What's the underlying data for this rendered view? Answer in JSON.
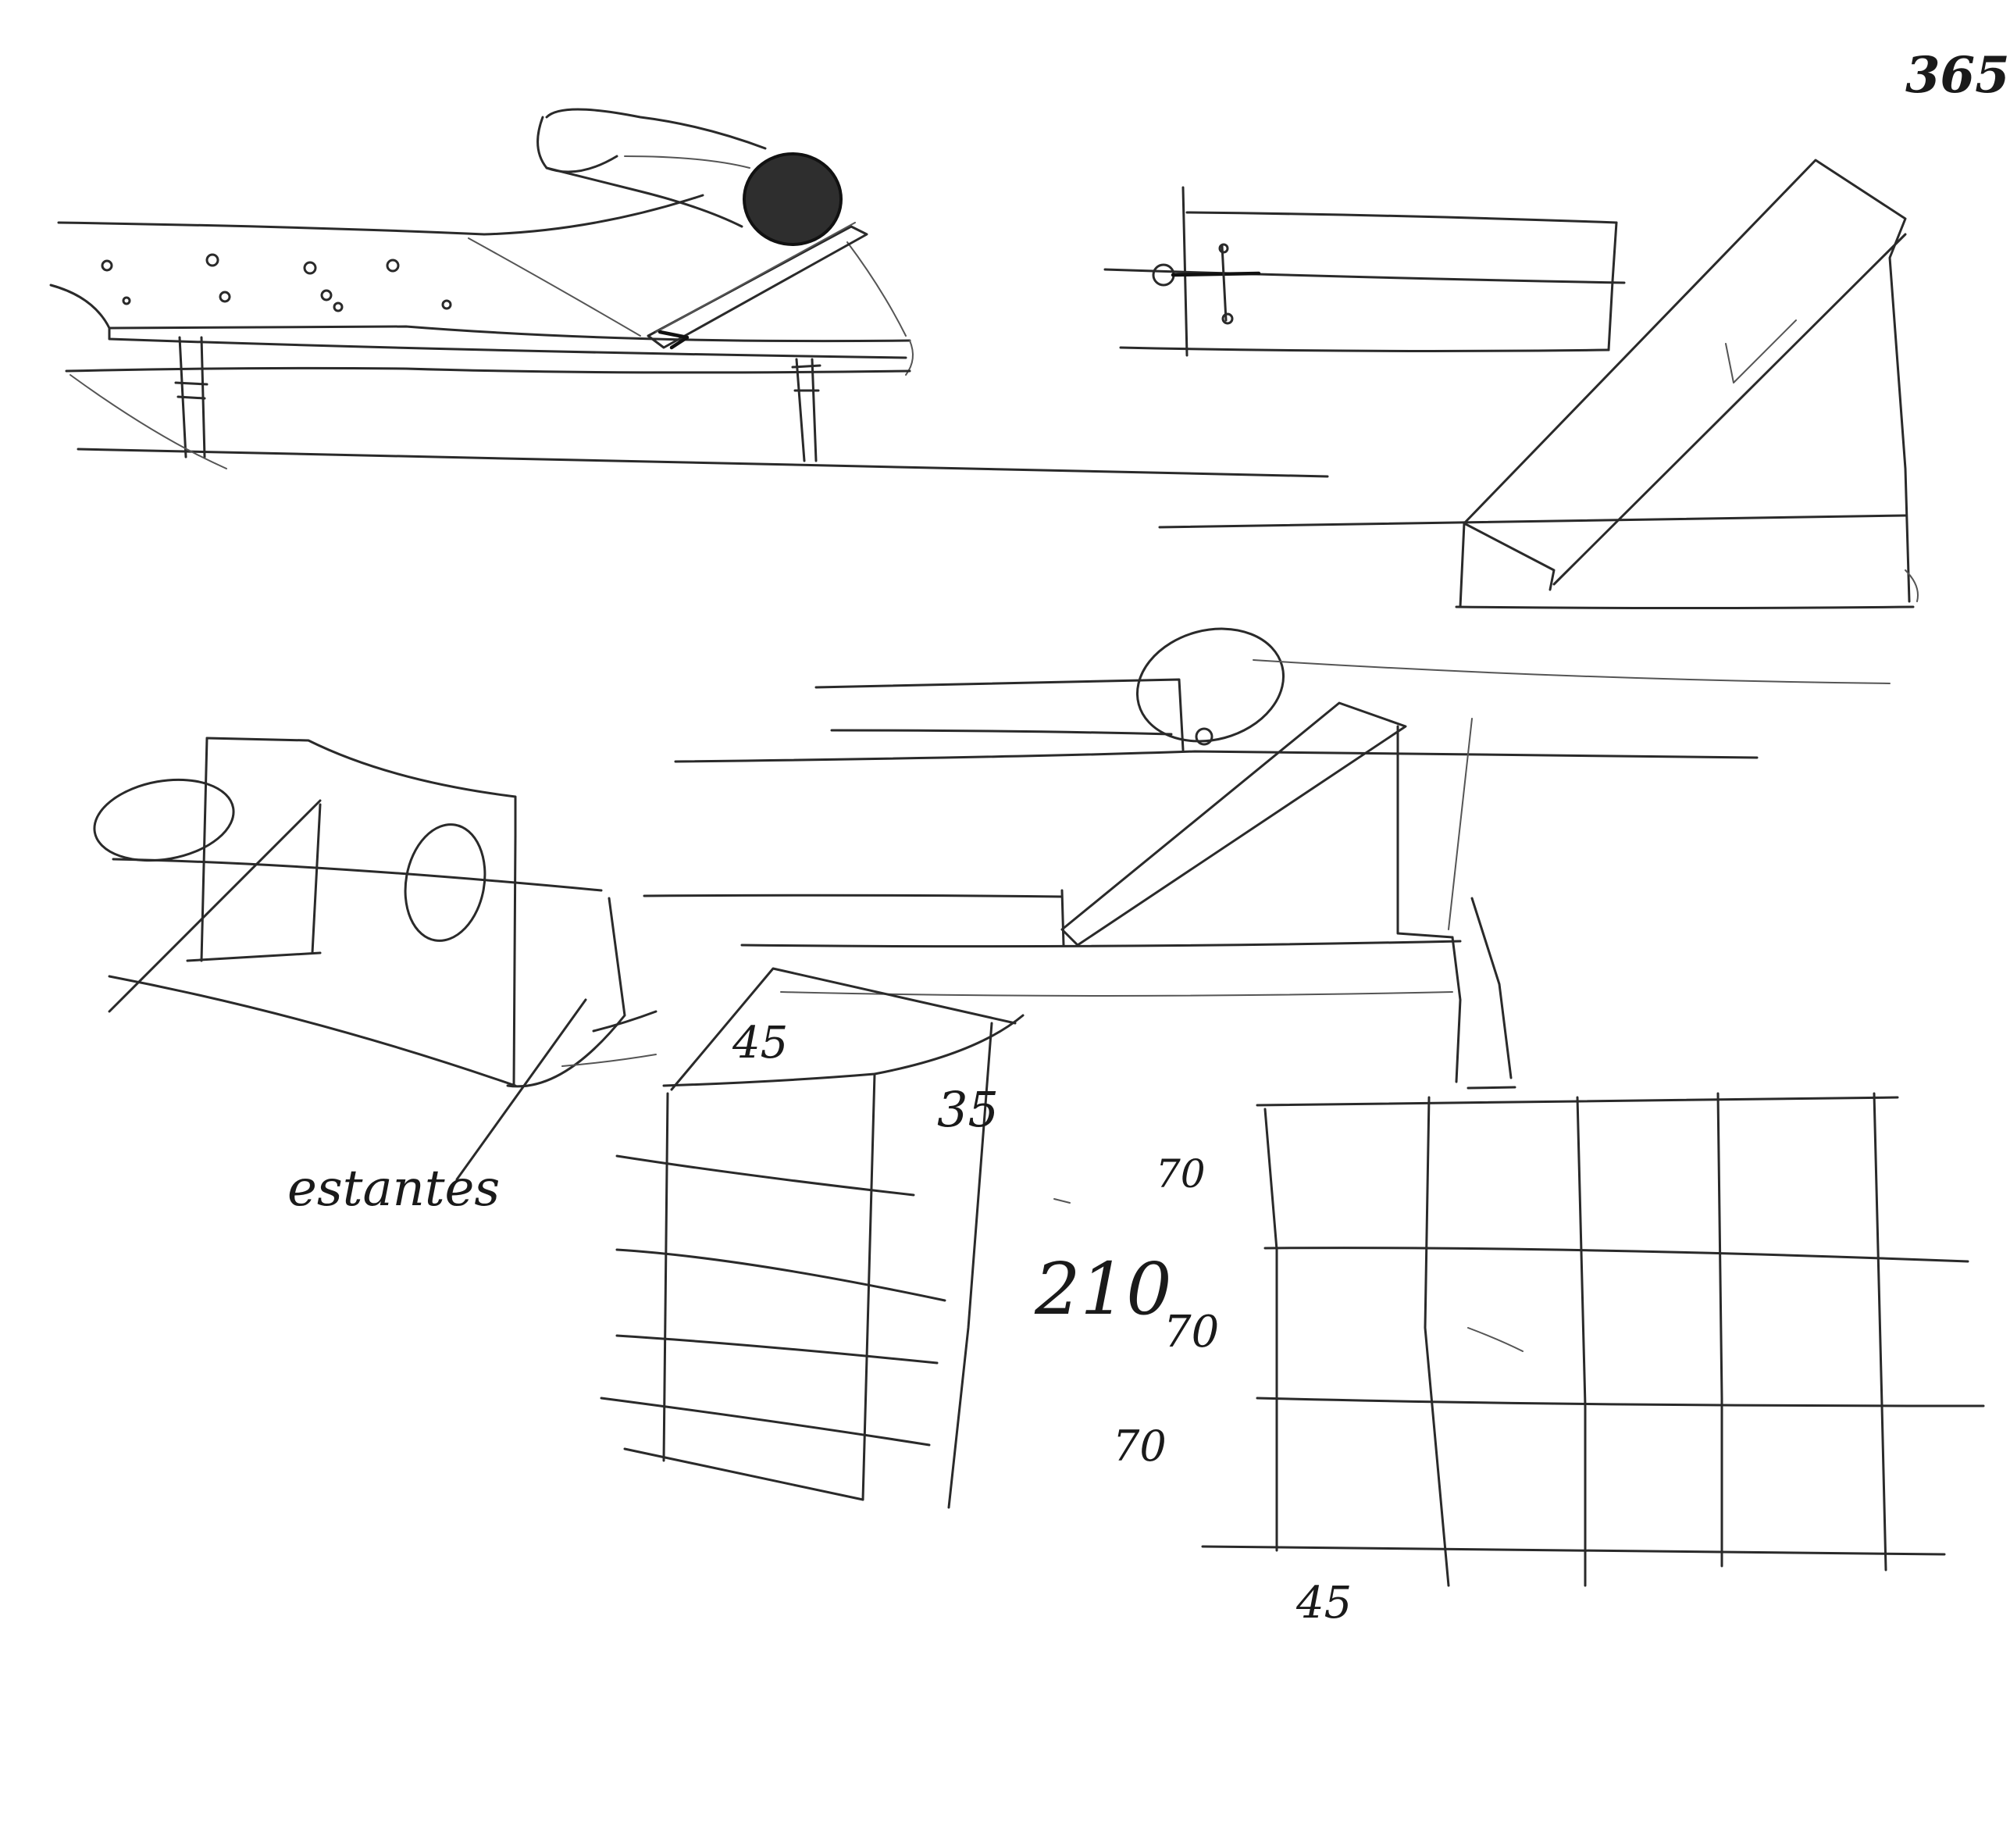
{
  "page_number": "365",
  "notes": {
    "word": "estantes",
    "dim_top_width": "45",
    "dim_top_depth": "35",
    "dim_row_1": "70",
    "dim_total": "210",
    "dim_row_2": "70",
    "dim_row_3": "70",
    "dim_bottom_width": "45"
  },
  "colors": {
    "paper": "#ffffff",
    "pencil": "#2a2a2a"
  }
}
